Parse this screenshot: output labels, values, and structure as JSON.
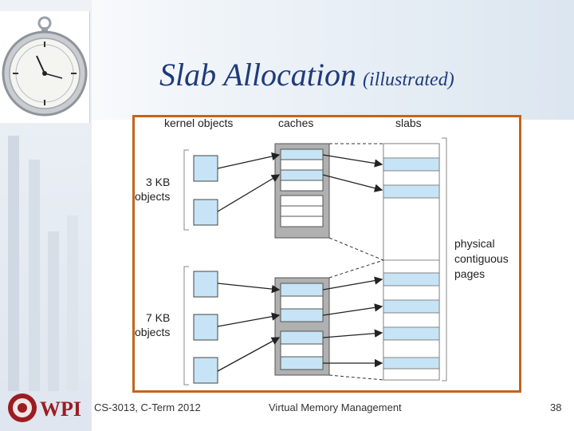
{
  "slide": {
    "title": "Slab Allocation",
    "title_suffix": "(illustrated)"
  },
  "figure": {
    "col_kernel_objects": "kernel objects",
    "col_caches": "caches",
    "col_slabs": "slabs",
    "label_3kb_line1": "3 KB",
    "label_3kb_line2": "objects",
    "label_7kb_line1": "7 KB",
    "label_7kb_line2": "objects",
    "label_physical_line1": "physical",
    "label_physical_line2": "contiguous",
    "label_physical_line3": "pages"
  },
  "footer": {
    "course": "CS-3013, C-Term 2012",
    "topic": "Virtual Memory Management",
    "page_number": "38",
    "logo_text": "WPI"
  },
  "colors": {
    "title": "#1f3b7a",
    "frame_border": "#c0651e",
    "object_fill": "#c6e4f5",
    "cache_gray": "#b0b0b0",
    "logo_red": "#9c1c23"
  }
}
